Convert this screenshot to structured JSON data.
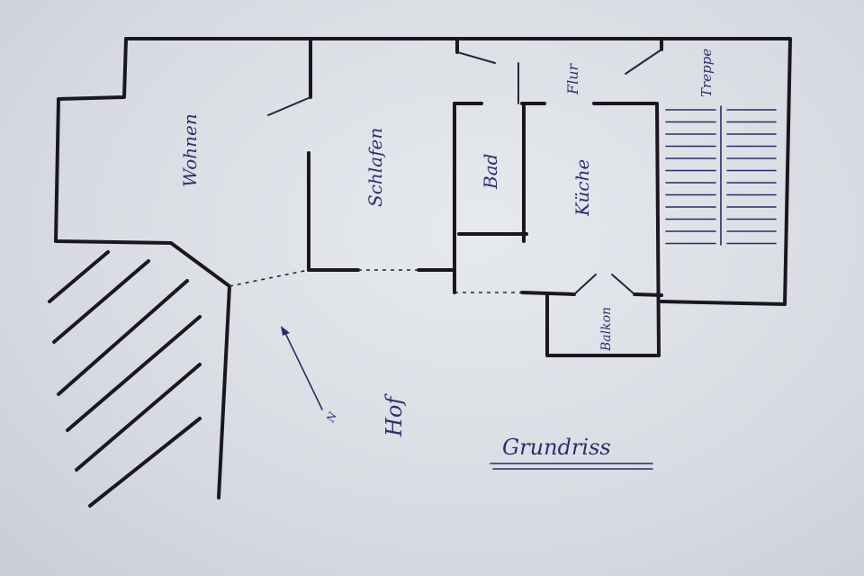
{
  "rooms": {
    "wohnen": "Wohnen",
    "schlafen": "Schlafen",
    "bad": "Bad",
    "kueche": "Küche",
    "flur": "Flur",
    "treppe": "Treppe",
    "balkon": "Balkon",
    "hof": "Hof"
  },
  "north_label": "N",
  "title": "Grundriss",
  "colors": {
    "wall": "#1c1620",
    "ink": "#2e2d70",
    "paper": "#dde1e6"
  }
}
